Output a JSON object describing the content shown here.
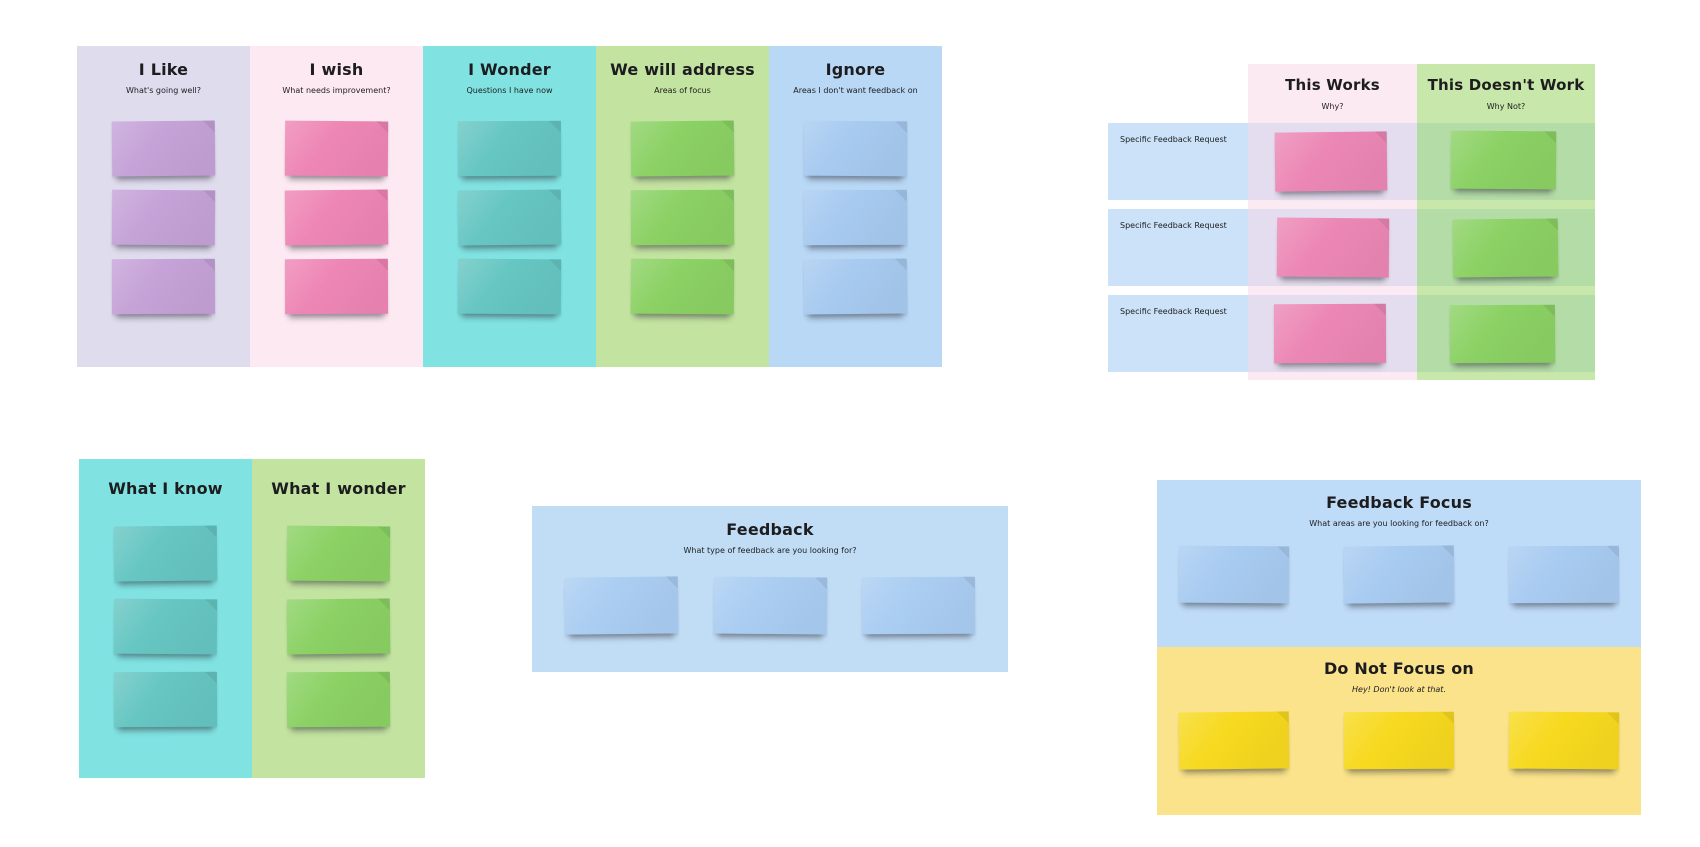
{
  "canvas": {
    "bg": "#ffffff"
  },
  "retro_board": {
    "columns": [
      {
        "title": "I Like",
        "subtitle": "What's going well?",
        "bg": "#dfdcee",
        "sticky_color": "#c5a2d7",
        "sticky_count": 3
      },
      {
        "title": "I wish",
        "subtitle": "What needs improvement?",
        "bg": "#fde9f1",
        "sticky_color": "#ee86b5",
        "sticky_count": 3
      },
      {
        "title": "I Wonder",
        "subtitle": "Questions I have now",
        "bg": "#80e3e2",
        "sticky_color": "#66c6c2",
        "sticky_count": 3
      },
      {
        "title": "We will address",
        "subtitle": "Areas of focus",
        "bg": "#c3e3a1",
        "sticky_color": "#8bd164",
        "sticky_count": 3
      },
      {
        "title": "Ignore",
        "subtitle": "Areas I don't want feedback on",
        "bg": "#b9d8f6",
        "sticky_color": "#a7caf0",
        "sticky_count": 3
      }
    ]
  },
  "works_table": {
    "row_bg": "#cbe2f8",
    "rows": [
      {
        "label": "Specific Feedback Request"
      },
      {
        "label": "Specific Feedback Request"
      },
      {
        "label": "Specific Feedback Request"
      }
    ],
    "columns": [
      {
        "title": "This Works",
        "subtitle": "Why?",
        "overlay": "rgba(250,216,231,0.55)",
        "sticky_color": "#ec87b5"
      },
      {
        "title": "This Doesn't Work",
        "subtitle": "Why Not?",
        "overlay": "rgba(166,216,118,0.62)",
        "sticky_color": "#8bd164"
      }
    ]
  },
  "know_board": {
    "columns": [
      {
        "title": "What I know",
        "bg": "#80e3e2",
        "sticky_color": "#66c6c2",
        "sticky_count": 3
      },
      {
        "title": "What I wonder",
        "bg": "#c3e3a1",
        "sticky_color": "#8bd164",
        "sticky_count": 3
      }
    ]
  },
  "feedback_board": {
    "title": "Feedback",
    "subtitle": "What type of feedback are you looking for?",
    "bg": "#c1ddf5",
    "sticky_color": "#aacdf2",
    "sticky_count": 3
  },
  "focus_board": {
    "sections": [
      {
        "title": "Feedback Focus",
        "subtitle": "What areas are you looking for feedback on?",
        "bg": "#bedbf7",
        "sticky_color": "#a8cbf1",
        "sticky_count": 3
      },
      {
        "title": "Do Not Focus on",
        "subtitle": "Hey! Don't look at that.",
        "bg": "#fae38a",
        "sticky_color": "#f7d91f",
        "sticky_count": 3
      }
    ]
  }
}
